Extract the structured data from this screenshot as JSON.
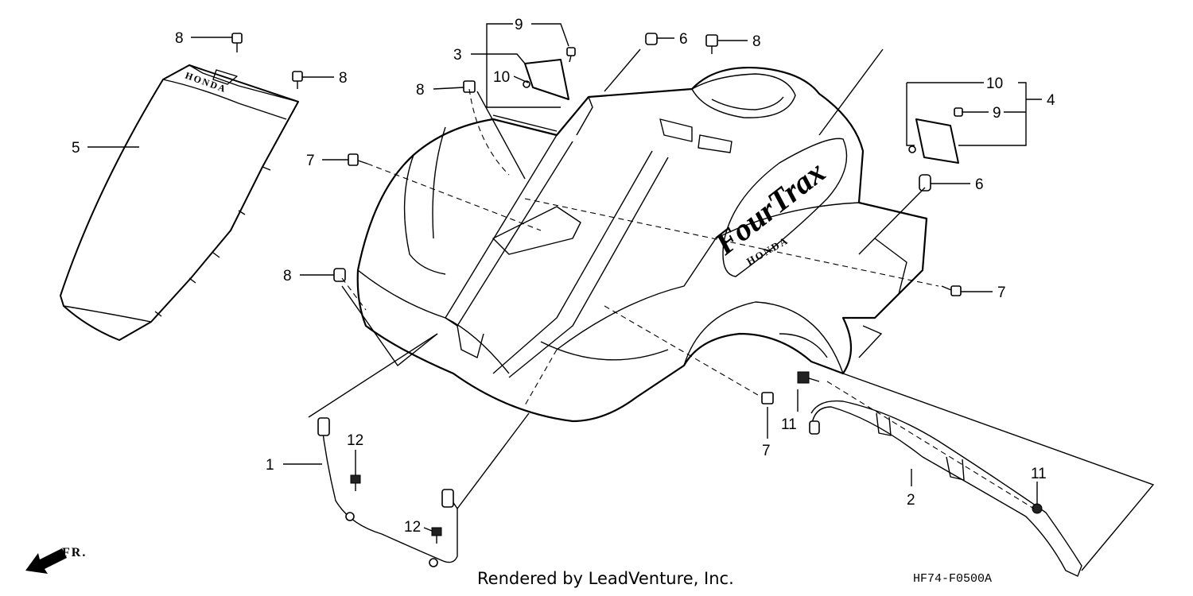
{
  "callouts": {
    "c1": "1",
    "c2": "2",
    "c3": "3",
    "c4": "4",
    "c5": "5",
    "c6a": "6",
    "c6b": "6",
    "c7a": "7",
    "c7b": "7",
    "c7c": "7",
    "c8a": "8",
    "c8b": "8",
    "c8c": "8",
    "c8d": "8",
    "c8e": "8",
    "c9a": "9",
    "c9b": "9",
    "c10a": "10",
    "c10b": "10",
    "c11a": "11",
    "c11b": "11",
    "c12a": "12",
    "c12b": "12"
  },
  "logo": {
    "model_script": "FourTrax",
    "brand_tank": "HONDA",
    "brand_panel": "HONDA"
  },
  "direction": {
    "label": "FR."
  },
  "footer": {
    "credit": "Rendered by LeadVenture, Inc.",
    "code": "HF74-F0500A"
  }
}
